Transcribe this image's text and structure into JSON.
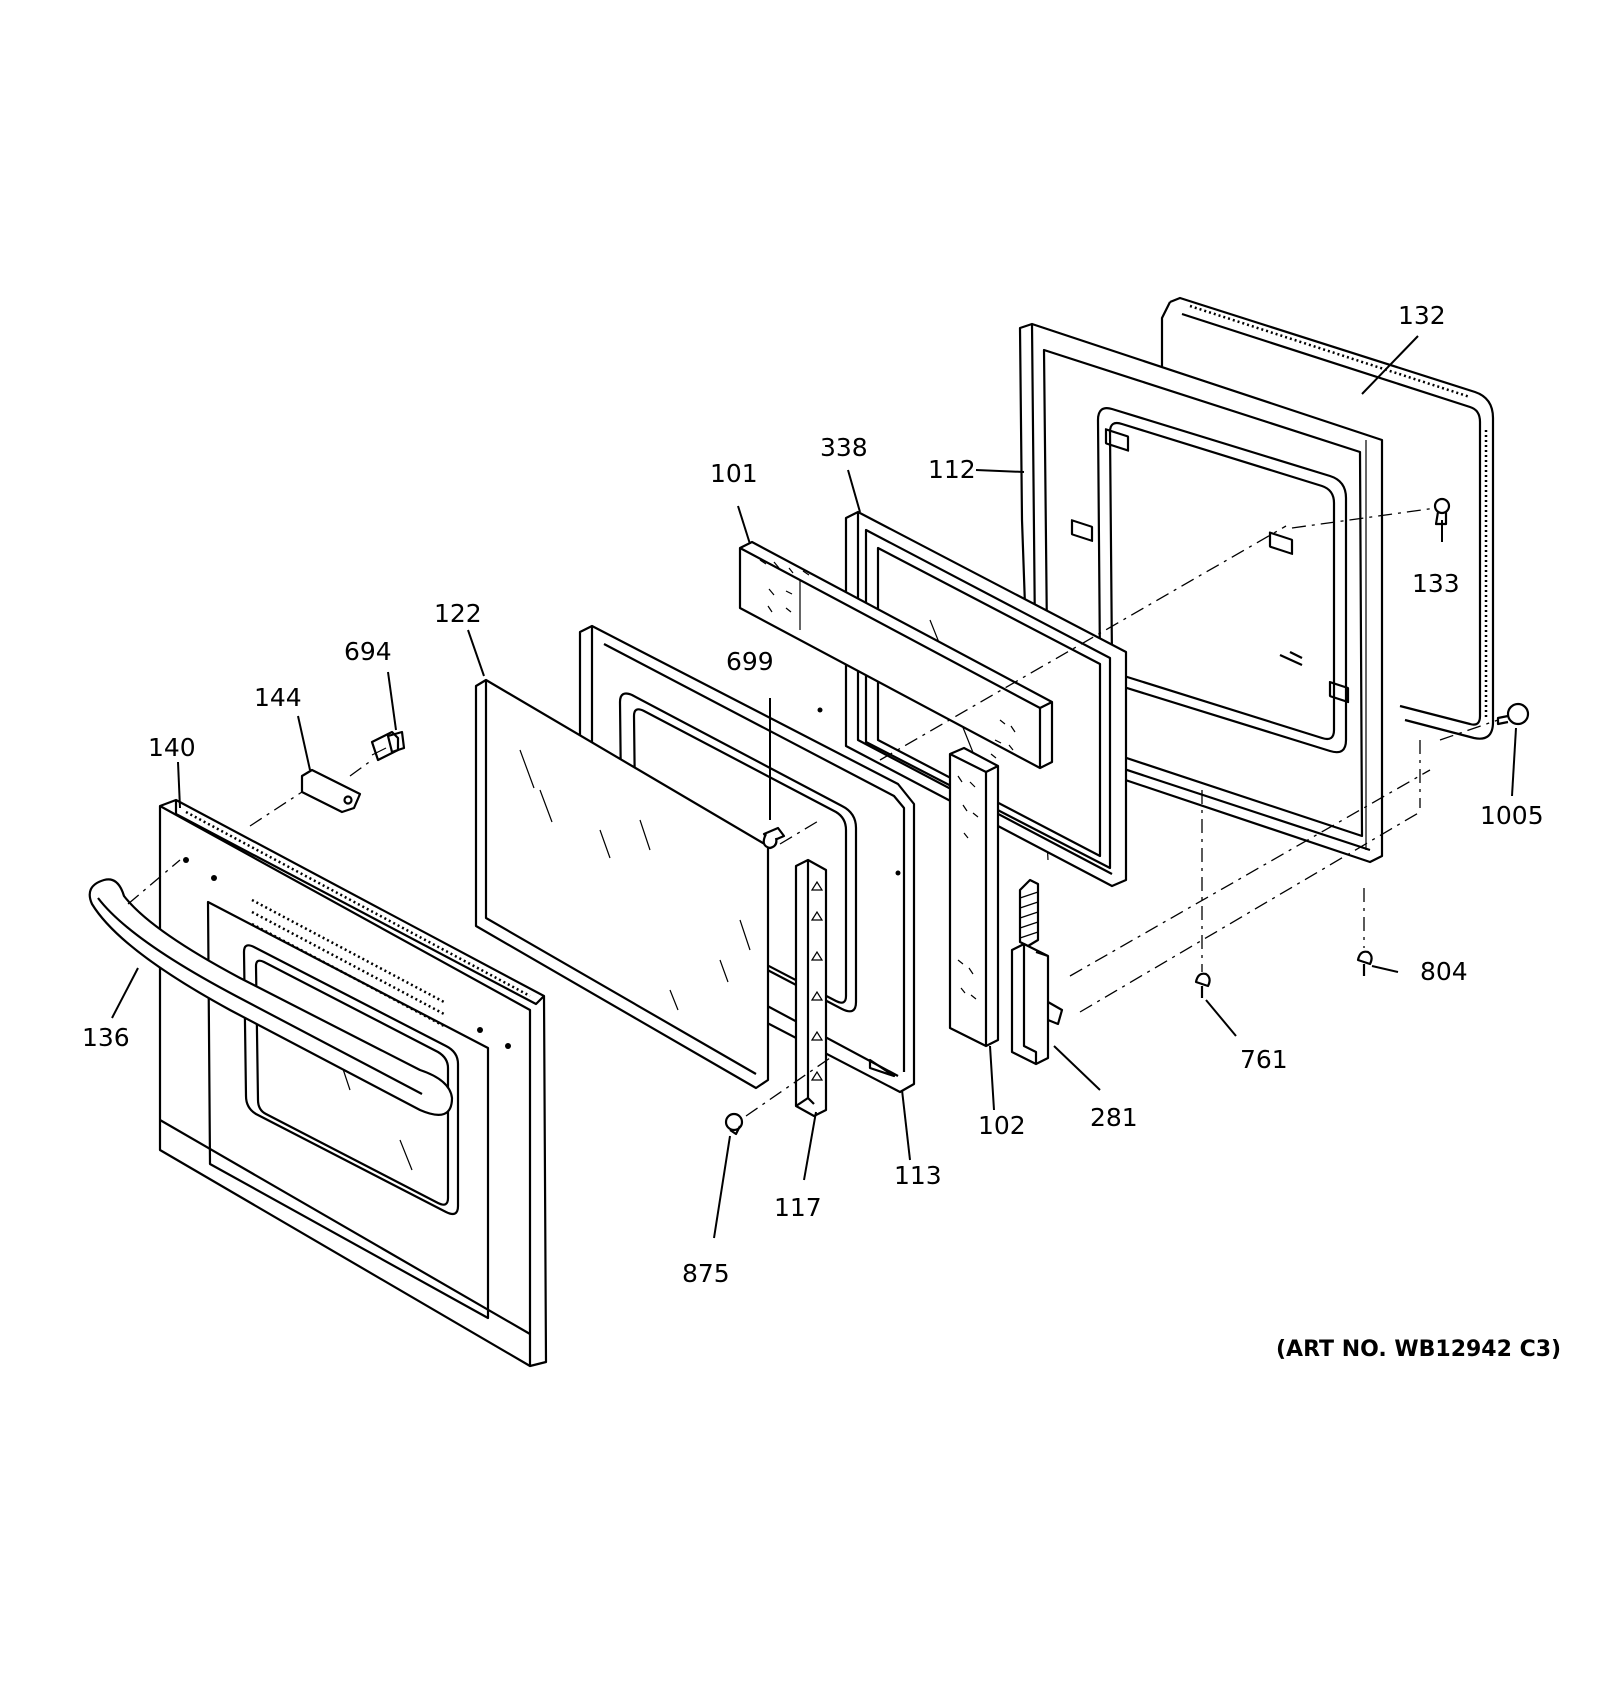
{
  "diagram": {
    "art_number": "(ART NO. WB12942 C3)",
    "callouts": {
      "p101": "101",
      "p102": "102",
      "p112": "112",
      "p113": "113",
      "p117": "117",
      "p122": "122",
      "p132": "132",
      "p133": "133",
      "p136": "136",
      "p140": "140",
      "p144": "144",
      "p281": "281",
      "p338": "338",
      "p694": "694",
      "p699": "699",
      "p761": "761",
      "p804": "804",
      "p875": "875",
      "p1005": "1005"
    }
  }
}
